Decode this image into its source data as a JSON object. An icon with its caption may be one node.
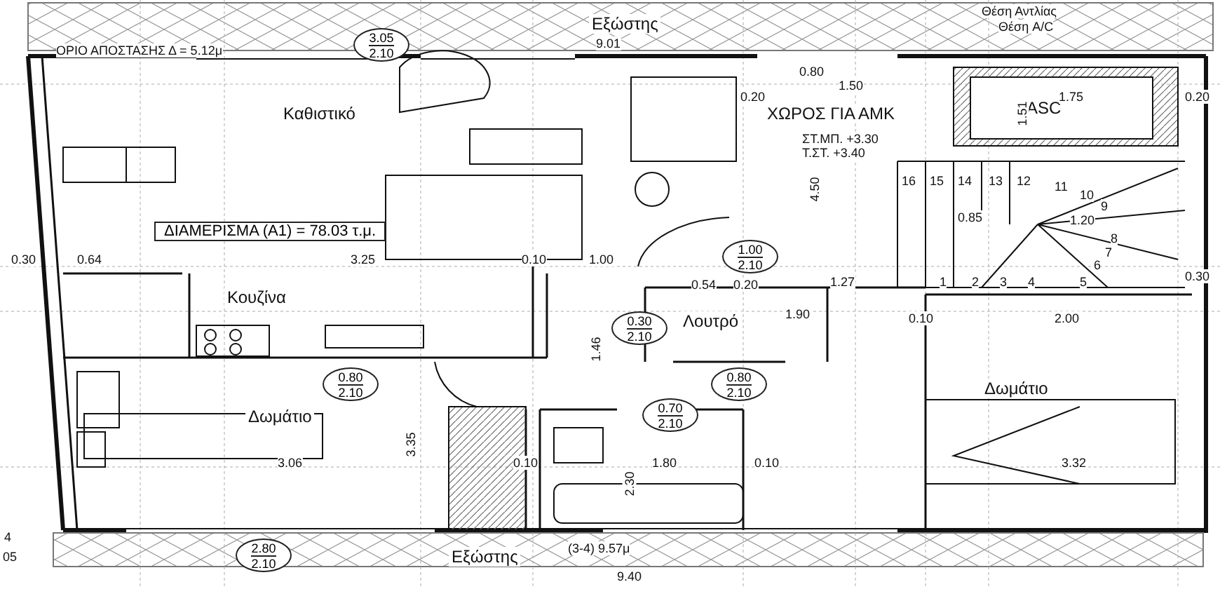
{
  "diagram": {
    "nodes": [
      {
        "text": [
          "Εξώστης"
        ]
      },
      {
        "text": [
          "Καθιστικό"
        ]
      },
      {
        "text": [
          "ΔΙΑΜΕΡΙΣΜΑ (Α1) = 78.03 τ.μ."
        ]
      },
      {
        "text": [
          "Κουζίνα"
        ]
      },
      {
        "text": [
          "Δωμάτιο"
        ]
      },
      {
        "text": [
          "ΧΩΡΟΣ ΓΙΑ ΑΜΚ"
        ]
      },
      {
        "text": [
          "ASC"
        ]
      },
      {
        "text": [
          "Λουτρό"
        ]
      },
      {
        "text": [
          "Δωμάτιο"
        ]
      },
      {
        "text": [
          "Εξώστης"
        ]
      },
      {
        "text": [
          "3.05",
          "2.10"
        ]
      },
      {
        "text": [
          "1.00",
          "2.10"
        ]
      },
      {
        "text": [
          "0.30",
          "2.10"
        ]
      },
      {
        "text": [
          "0.80",
          "2.10"
        ]
      },
      {
        "text": [
          "0.80",
          "2.10"
        ]
      },
      {
        "text": [
          "0.70",
          "2.10"
        ]
      },
      {
        "text": [
          "2.80",
          "2.10"
        ]
      }
    ],
    "labels": [
      "Θέση Αντλίας",
      "Θέση A/C",
      "ΟΡΙΟ ΑΠΟΣΤΑΣΗΣ Δ = 5.12μ",
      "9.01",
      "0.80",
      "0.20",
      "1.50",
      "1.75",
      "0.20",
      "1.51",
      "ΣΤ.ΜΠ. +3.30",
      "Τ.ΣΤ. +3.40",
      "4.50",
      "16",
      "15",
      "14",
      "13",
      "12",
      "11",
      "10",
      "9",
      "0.85",
      "1.20",
      "8",
      "7",
      "6",
      "1",
      "2",
      "3",
      "4",
      "5",
      "0.30",
      "0.64",
      "3.25",
      "0.10",
      "1.00",
      "0.54",
      "0.20",
      "1.27",
      "0.30",
      "1.90",
      "0.10",
      "2.00",
      "1.46",
      "3.35",
      "3.06",
      "0.10",
      "1.80",
      "0.10",
      "2.30",
      "3.32",
      "4",
      "05",
      "(3-4) 9.57μ",
      "9.40"
    ]
  }
}
